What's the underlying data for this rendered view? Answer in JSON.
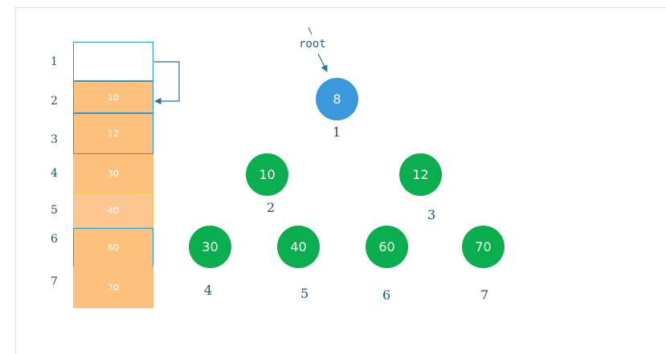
{
  "array": {
    "indices": [
      "1",
      "2",
      "3",
      "4",
      "5",
      "6",
      "7"
    ],
    "cells": [
      "",
      "10",
      "12",
      "30",
      "40",
      "60",
      "70"
    ]
  },
  "tree": {
    "root_label": "root",
    "nodes": [
      {
        "value": "8",
        "index": "1",
        "color": "#3a98db"
      },
      {
        "value": "10",
        "index": "2",
        "color": "#0aae4f"
      },
      {
        "value": "12",
        "index": "3",
        "color": "#0aae4f"
      },
      {
        "value": "30",
        "index": "4",
        "color": "#0aae4f"
      },
      {
        "value": "40",
        "index": "5",
        "color": "#0aae4f"
      },
      {
        "value": "60",
        "index": "6",
        "color": "#0aae4f"
      },
      {
        "value": "70",
        "index": "7",
        "color": "#0aae4f"
      }
    ]
  },
  "colors": {
    "cell_fill": "#fdc07d",
    "cell_fill_light": "#fdc58f",
    "cell_border": "#2b9ccf",
    "label_text": "#1f4e79",
    "arrow": "#2b6ea6"
  }
}
